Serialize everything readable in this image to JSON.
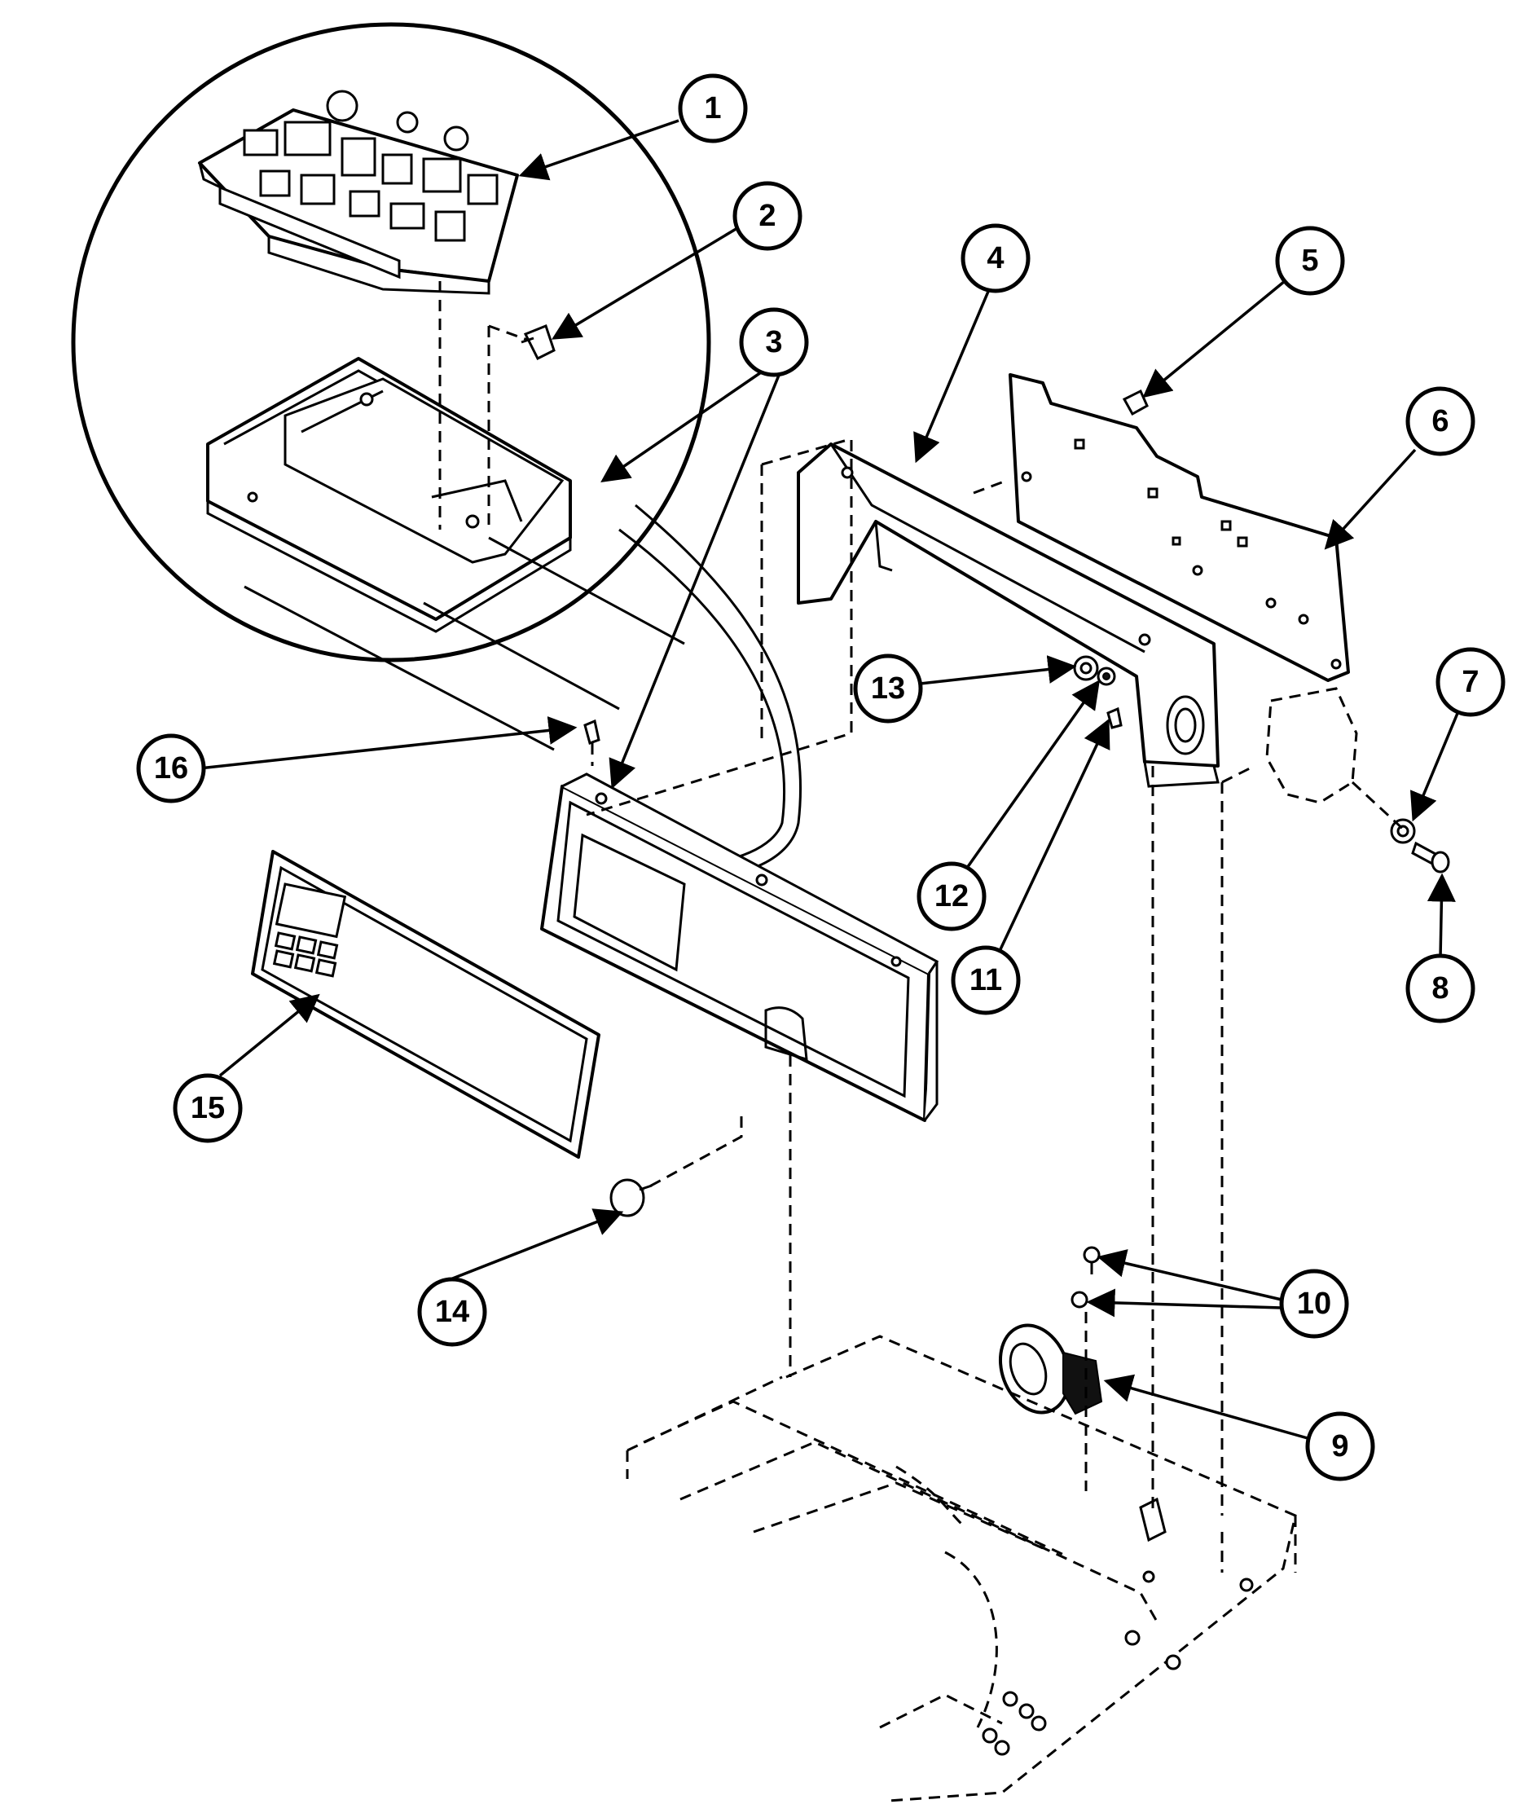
{
  "callouts": [
    {
      "label": "1"
    },
    {
      "label": "2"
    },
    {
      "label": "3"
    },
    {
      "label": "4"
    },
    {
      "label": "5"
    },
    {
      "label": "6"
    },
    {
      "label": "7"
    },
    {
      "label": "8"
    },
    {
      "label": "9"
    },
    {
      "label": "10"
    },
    {
      "label": "11"
    },
    {
      "label": "12"
    },
    {
      "label": "13"
    },
    {
      "label": "14"
    },
    {
      "label": "15"
    },
    {
      "label": "16"
    }
  ],
  "colors": {
    "line": "#000000",
    "background": "#ffffff"
  }
}
